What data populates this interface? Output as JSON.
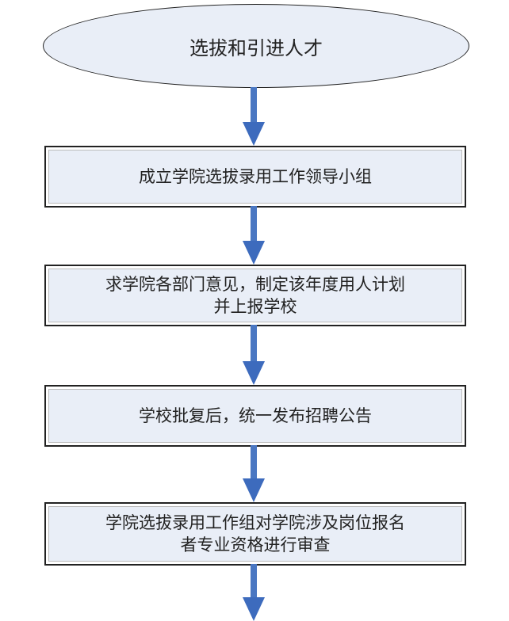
{
  "start": "选拔和引进人才",
  "steps": [
    {
      "lines": [
        "成立学院选拔录用工作领导小组"
      ]
    },
    {
      "lines": [
        "求学院各部门意见，制定该年度用人计划",
        "并上报学校"
      ]
    },
    {
      "lines": [
        "学校批复后，统一发布招聘公告"
      ]
    },
    {
      "lines": [
        "学院选拔录用工作组对学院涉及岗位报名",
        "者专业资格进行审查"
      ]
    }
  ],
  "colors": {
    "fill": "#e9eef7",
    "arrow": "#4a77c2",
    "border": "#222222"
  }
}
